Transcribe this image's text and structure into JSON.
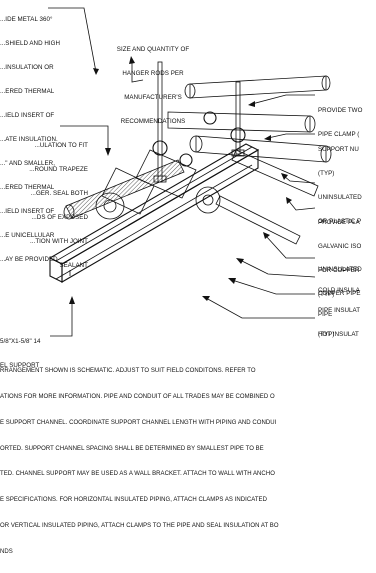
{
  "labels": {
    "top_left_note": [
      "...IDE METAL 360°",
      "...SHIELD AND HIGH",
      "...INSULATION OR",
      "...ERED THERMAL",
      "...IELD INSERT OF",
      "...ATE INSULATION.",
      "...\" AND SMALLER,",
      "...ERED THERMAL",
      "...IELD INSERT OF",
      "...E UNICELLULAR",
      "...AY BE PROVIDED"
    ],
    "mid_left_note": [
      "...ULATION TO FIT",
      "...ROUND TRAPEZE",
      "...GER. SEAL BOTH",
      "...DS OF EXPOSED",
      "...TION WITH JOINT",
      "SEALANT"
    ],
    "hanger_rods": [
      "SIZE AND QUANTITY OF",
      "HANGER RODS PER",
      "MANUFACTURER'S",
      "RECOMMENDATIONS"
    ],
    "pipe_clamp": [
      "PROVIDE TWO",
      "PIPE CLAMP ("
    ],
    "support_nut": [
      "SUPPORT NU",
      "(TYP)"
    ],
    "uninsulated_plastic": [
      "UNINSULATED",
      "OR PLASTIC P"
    ],
    "galvanic": [
      "PROVIDE PLA",
      "GALVANIC ISO",
      "FOR COPPER",
      "(TYP)"
    ],
    "uninsulated_copper": [
      "UNINSULATED",
      "COPPER PIPE"
    ],
    "cold_insulated": [
      "COLD INSULA",
      "PIPE"
    ],
    "pipe_insulation": [
      "PIPE INSULAT",
      "(TYP)"
    ],
    "hot_insulated": [
      "HOT INSULAT"
    ],
    "channel_support": [
      "5/8\"x1-5/8\" 14",
      "EL SUPPORT"
    ]
  },
  "notes": [
    "RRANGEMENT SHOWN IS SCHEMATIC. ADJUST TO SUIT FIELD CONDITONS. REFER TO",
    "ATIONS FOR MORE INFORMATION. PIPE AND CONDUIT OF ALL TRADES MAY BE COMBINED O",
    "E SUPPORT CHANNEL. COORDINATE SUPPORT CHANNEL LENGTH WITH PIPING AND CONDUI",
    "ORTED. SUPPORT CHANNEL SPACING SHALL BE DETERMINED BY SMALLEST PIPE TO BE",
    "TED. CHANNEL SUPPORT MAY BE USED AS A WALL BRACKET. ATTACH TO WALL WITH ANCHO",
    "E SPECIFICATIONS. FOR HORIZONTAL INSULATED PIPING, ATTACH CLAMPS AS INDICATED",
    "OR VERTICAL INSULATED PIPING, ATTACH CLAMPS TO THE PIPE AND SEAL INSULATION AT BO",
    "NDS"
  ]
}
